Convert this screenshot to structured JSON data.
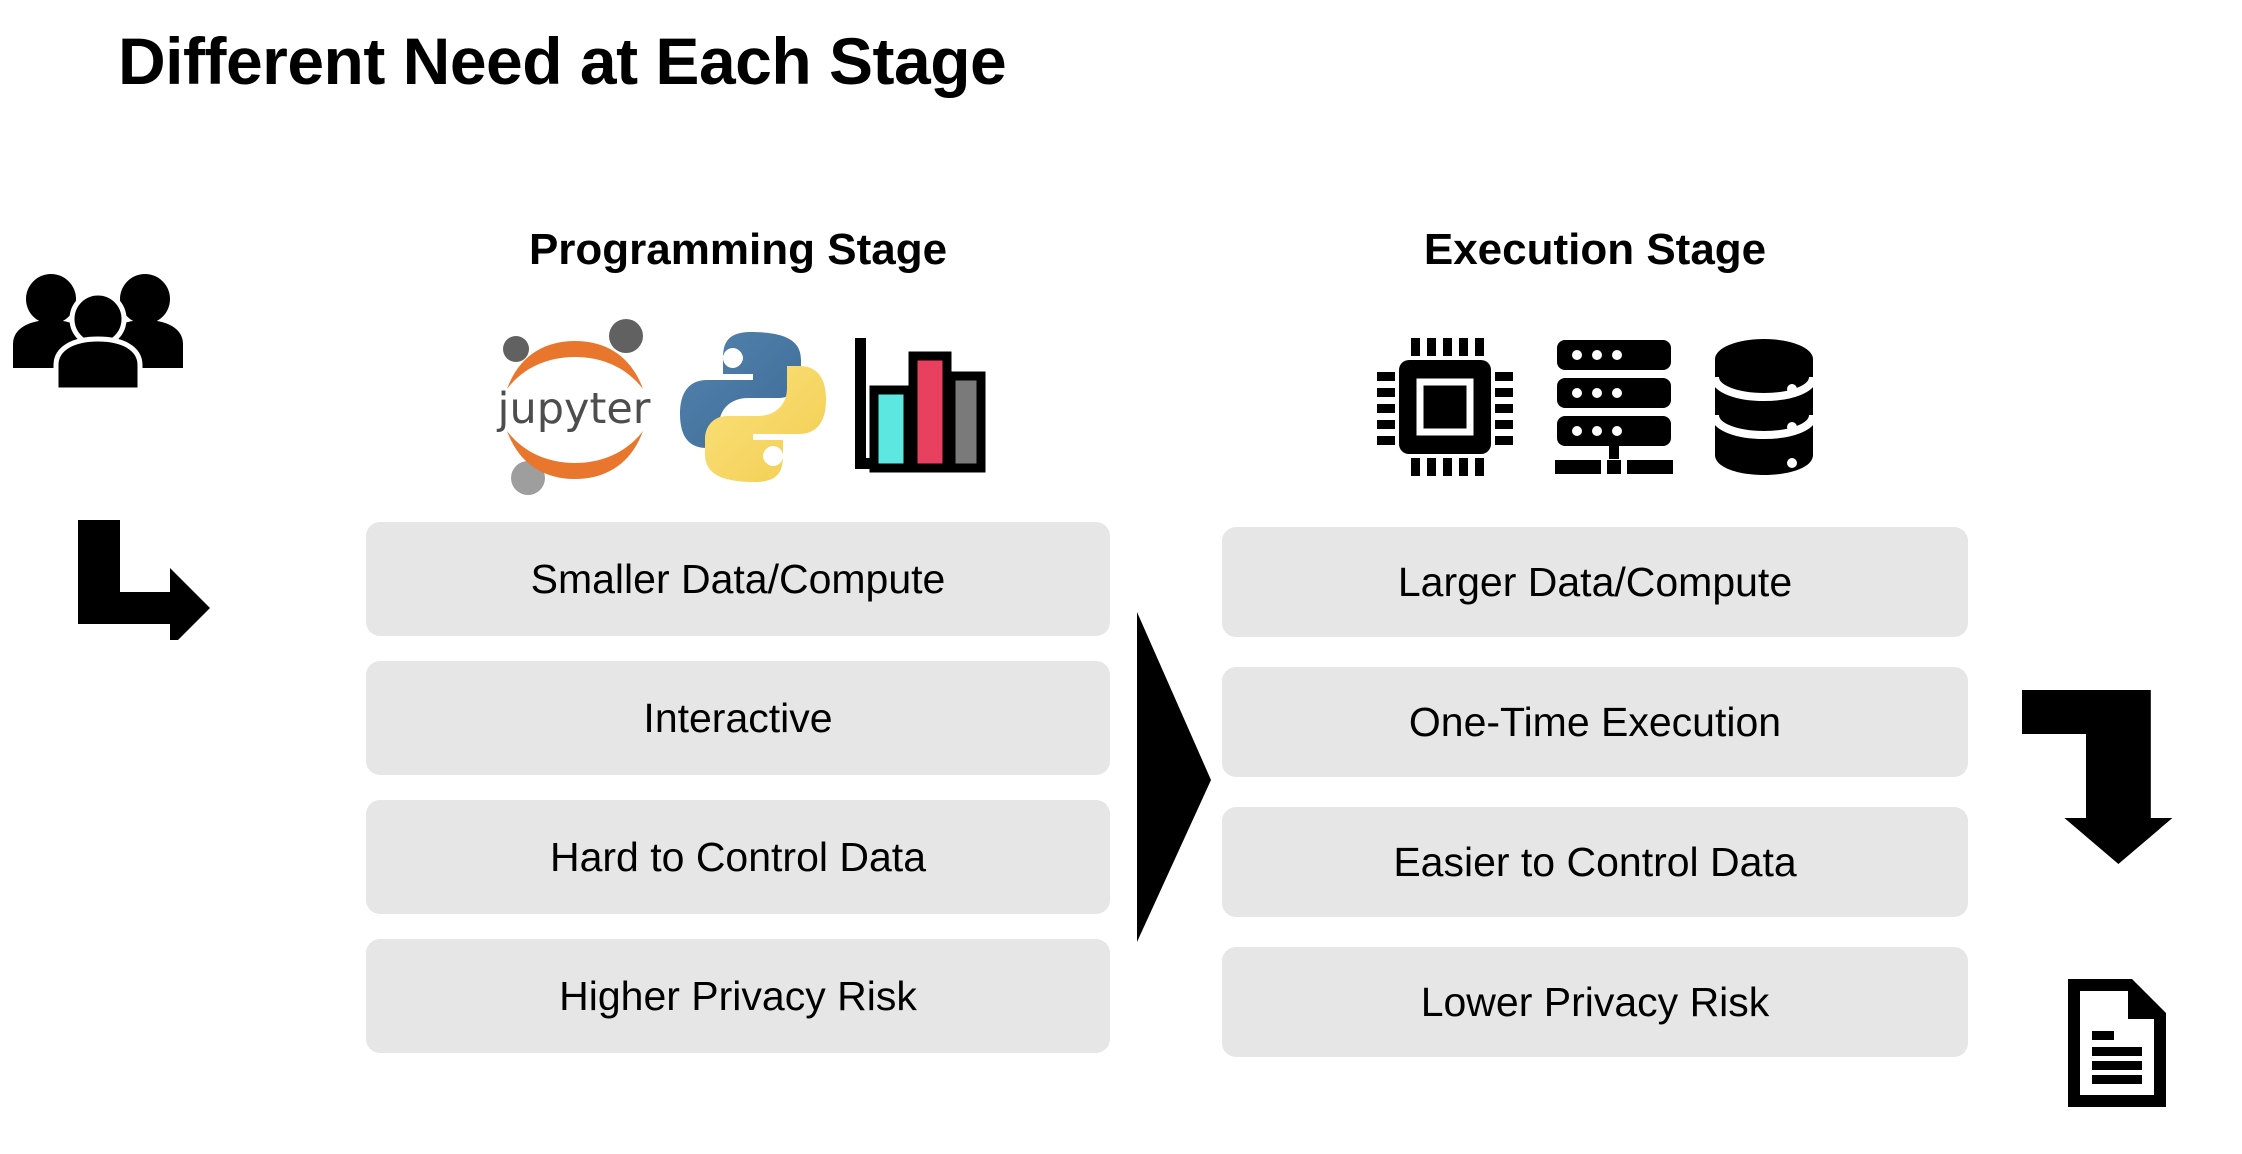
{
  "slide": {
    "title": "Different Need at Each Stage",
    "background_color": "#ffffff"
  },
  "colors": {
    "pill_background": "#e6e6e6",
    "text": "#000000",
    "jupyter_orange": "#e8762c",
    "jupyter_text": "#4d4d4d",
    "jupyter_dot_dark": "#616161",
    "jupyter_dot_light": "#9e9e9e",
    "python_blue": "#4b77a9",
    "python_yellow": "#f5d35c",
    "chart_bar_cyan": "#5ce8e0",
    "chart_bar_pink": "#e8415f",
    "chart_bar_gray": "#7a7a7a",
    "icon_black": "#000000"
  },
  "columns": [
    {
      "id": "programming",
      "header": "Programming Stage",
      "icons": [
        {
          "name": "jupyter-logo-icon",
          "label": "jupyter"
        },
        {
          "name": "python-logo-icon",
          "label": "Python"
        },
        {
          "name": "bar-chart-icon",
          "label": "Bar chart"
        }
      ],
      "rows": [
        "Smaller Data/Compute",
        "Interactive",
        "Hard to Control Data",
        "Higher Privacy Risk"
      ]
    },
    {
      "id": "execution",
      "header": "Execution Stage",
      "icons": [
        {
          "name": "cpu-chip-icon",
          "label": "CPU"
        },
        {
          "name": "server-rack-icon",
          "label": "Server"
        },
        {
          "name": "database-icon",
          "label": "Database"
        }
      ],
      "rows": [
        "Larger Data/Compute",
        "One-Time Execution",
        "Easier to Control Data",
        "Lower Privacy Risk"
      ]
    }
  ],
  "decorations": {
    "people": {
      "name": "people-group-icon",
      "label": "Users"
    },
    "arrow_in": {
      "name": "elbow-arrow-right-icon",
      "label": "Flow into programming stage"
    },
    "flow_between": {
      "name": "triangle-right-arrow-icon",
      "label": "Programming to execution"
    },
    "arrow_out": {
      "name": "elbow-arrow-down-icon",
      "label": "Flow out to result"
    },
    "document": {
      "name": "document-icon",
      "label": "Result document"
    }
  }
}
